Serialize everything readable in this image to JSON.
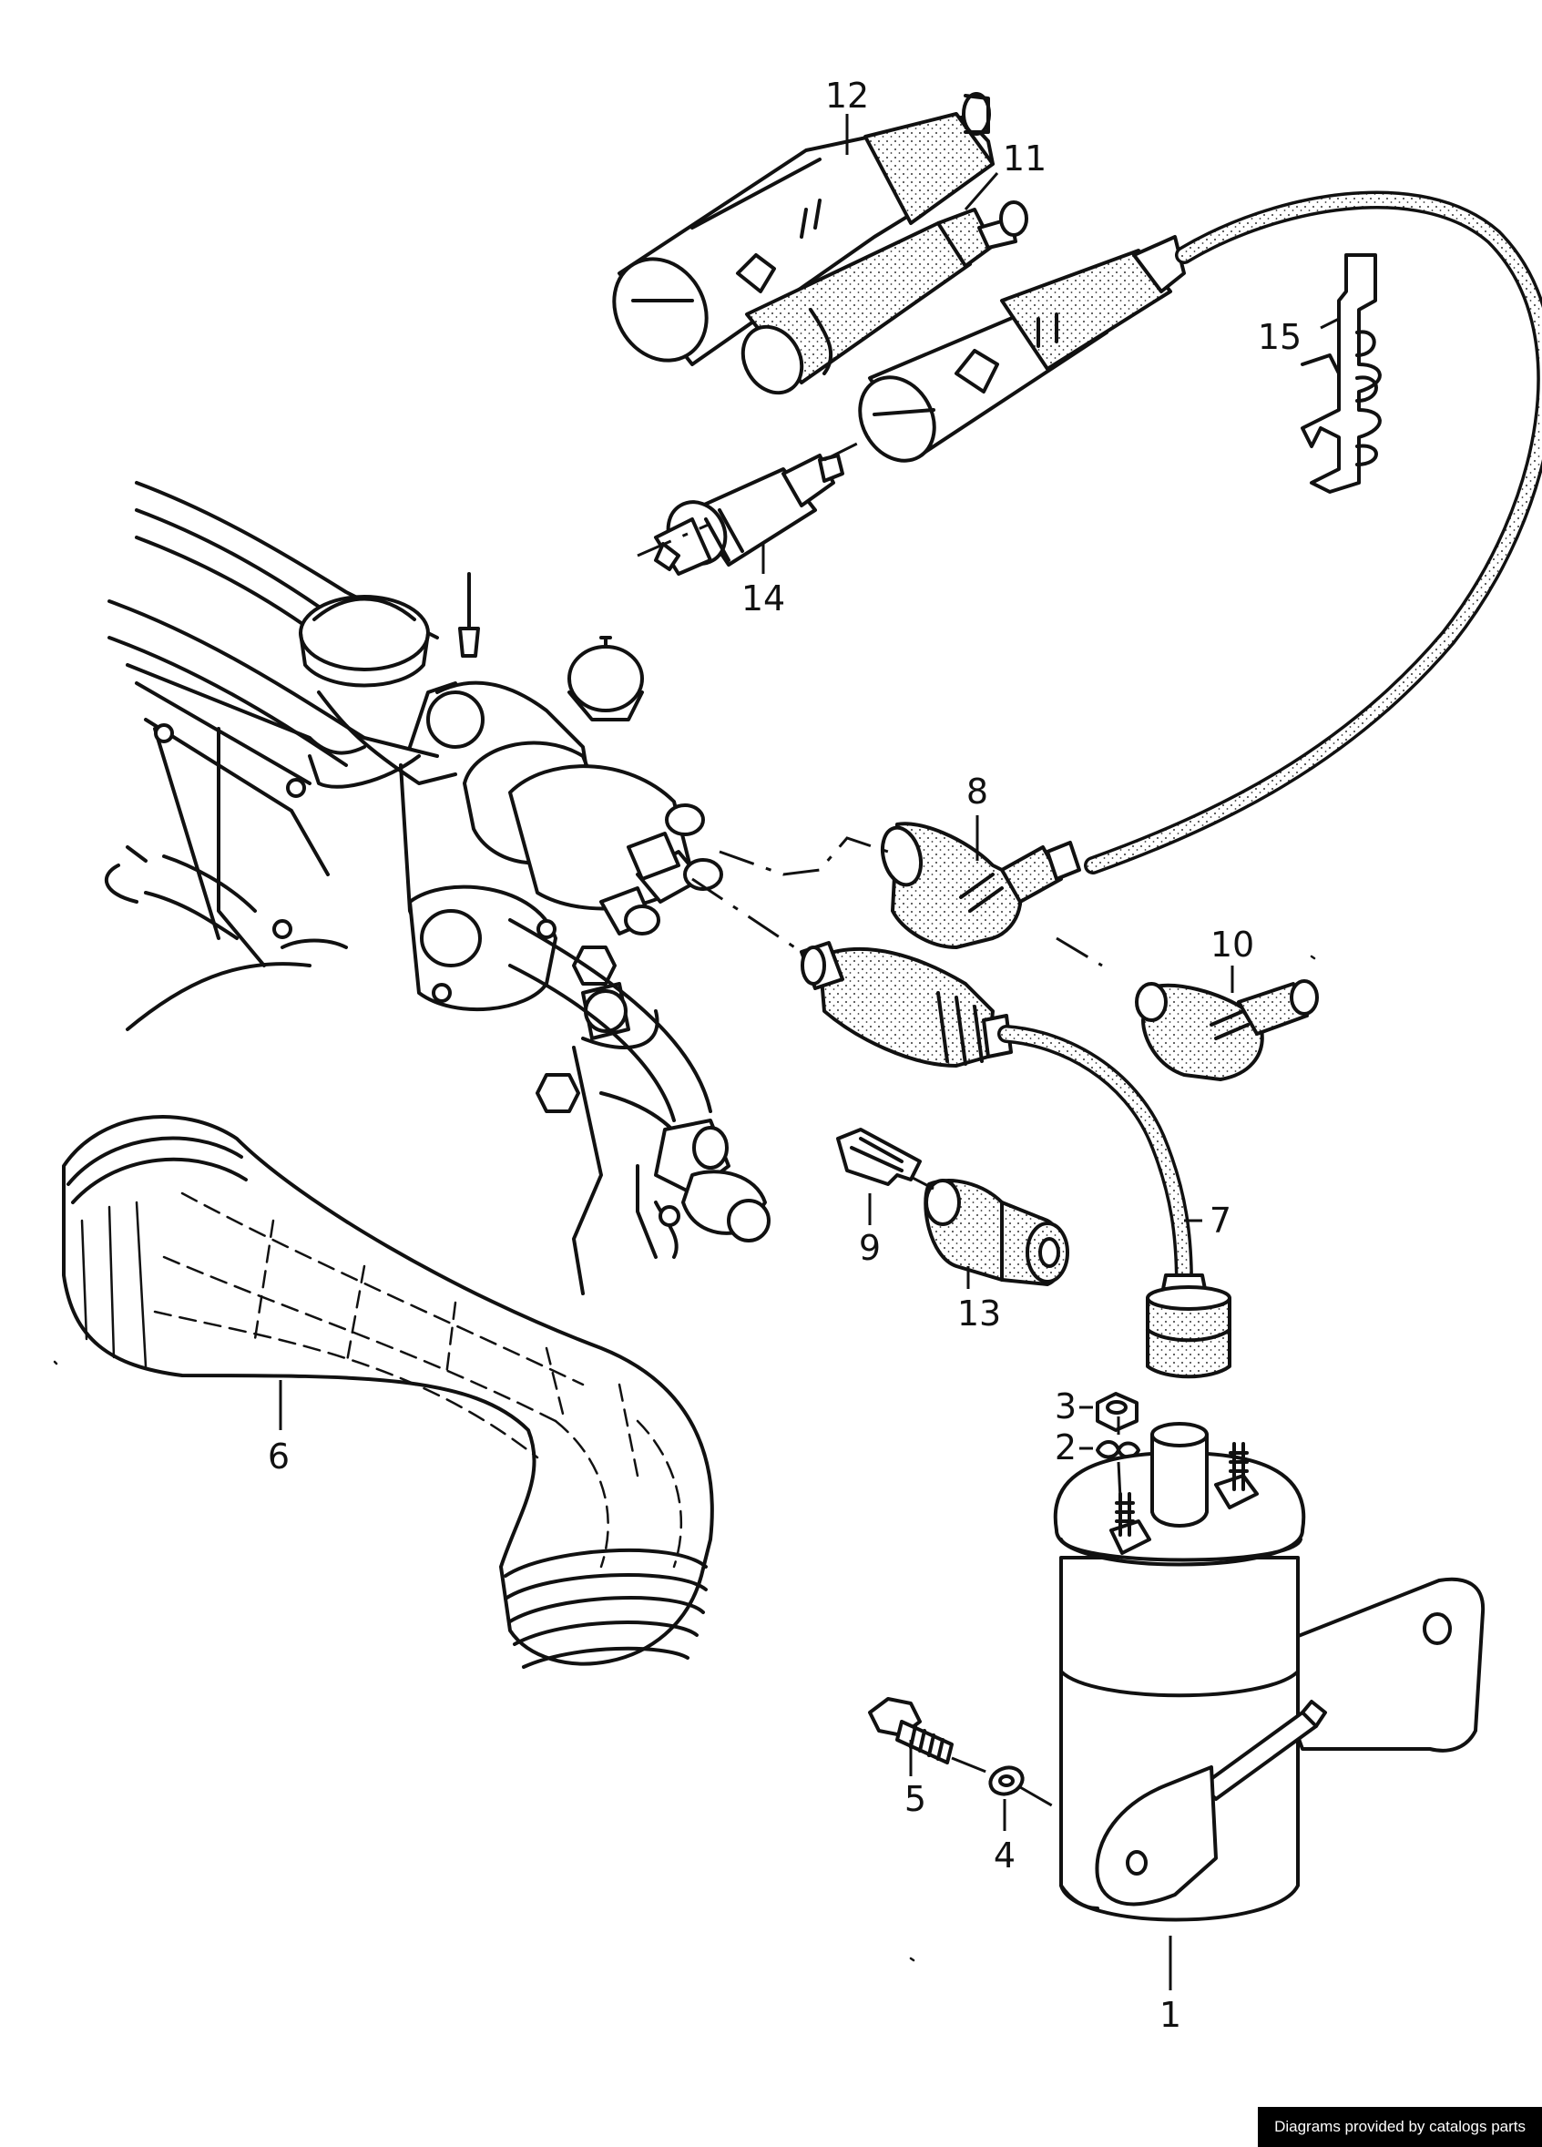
{
  "callouts": [
    {
      "id": "1",
      "label": "1"
    },
    {
      "id": "2",
      "label": "2"
    },
    {
      "id": "3",
      "label": "3"
    },
    {
      "id": "4",
      "label": "4"
    },
    {
      "id": "5",
      "label": "5"
    },
    {
      "id": "6",
      "label": "6"
    },
    {
      "id": "7",
      "label": "7"
    },
    {
      "id": "8",
      "label": "8"
    },
    {
      "id": "9",
      "label": "9"
    },
    {
      "id": "10",
      "label": "10"
    },
    {
      "id": "11",
      "label": "11"
    },
    {
      "id": "12",
      "label": "12"
    },
    {
      "id": "13",
      "label": "13"
    },
    {
      "id": "14",
      "label": "14"
    },
    {
      "id": "15",
      "label": "15"
    }
  ],
  "credit": "Diagrams provided by catalogs parts"
}
